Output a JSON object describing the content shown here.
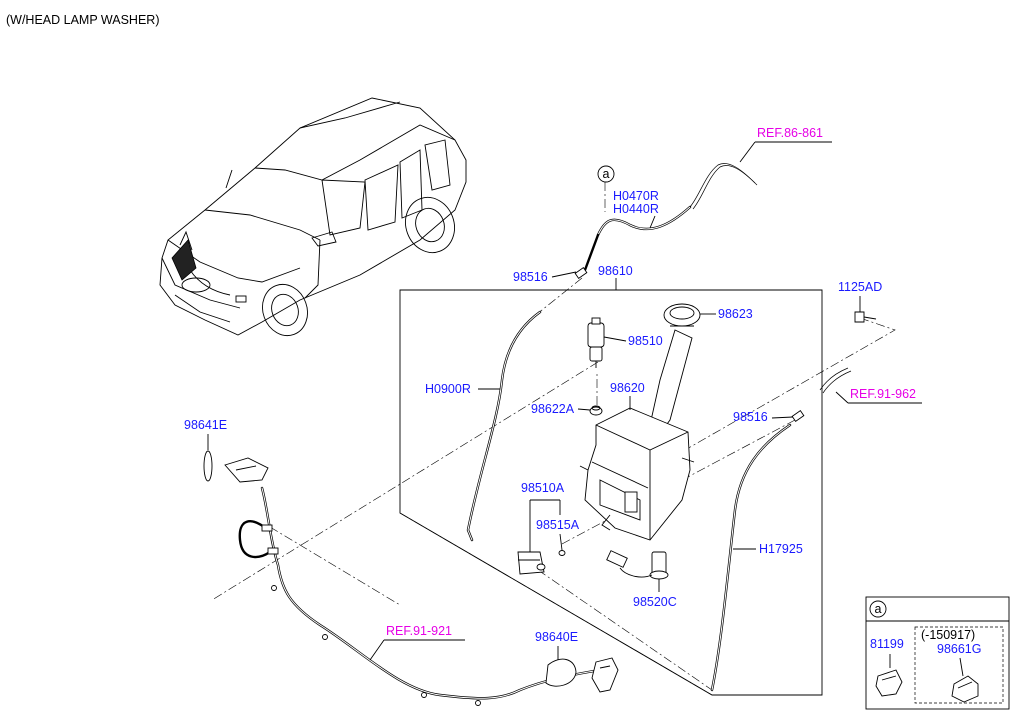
{
  "header": {
    "title": "(W/HEAD LAMP WASHER)"
  },
  "labels": {
    "ref_86_861": "REF.86-861",
    "ref_91_962": "REF.91-962",
    "ref_91_921": "REF.91-921",
    "callout_a": "a",
    "h0470r": "H0470R",
    "h0440r": "H0440R",
    "p98516_top": "98516",
    "p98610": "98610",
    "p1125ad": "1125AD",
    "p98623": "98623",
    "p98510": "98510",
    "h0900r": "H0900R",
    "p98620": "98620",
    "p98622a": "98622A",
    "p98516_right": "98516",
    "p98641e": "98641E",
    "p98510a": "98510A",
    "p98515a": "98515A",
    "h17925": "H17925",
    "p98520c": "98520C",
    "p98640e": "98640E"
  },
  "inset": {
    "callout": "a",
    "part_left": "81199",
    "date_range": "(-150917)",
    "part_right": "98661G"
  }
}
